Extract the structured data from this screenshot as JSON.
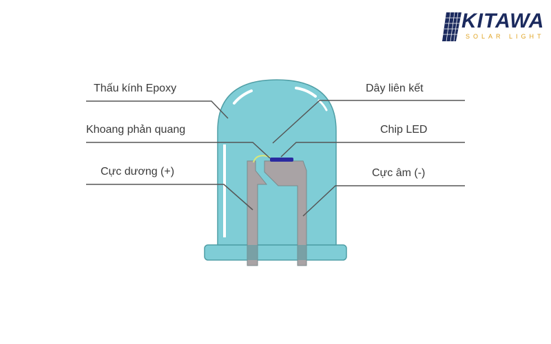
{
  "logo": {
    "brand": "KITAWA",
    "tagline": "SOLAR LIGHT",
    "brand_color": "#1b2a5e",
    "accent_color": "#e0a322"
  },
  "diagram": {
    "subject": "LED structure",
    "colors": {
      "lens": "#7fcdd6",
      "lens_outline": "#4f9ea5",
      "lead": "#a9a3a5",
      "chip": "#2a2aa0",
      "wire": "#d8e87a",
      "line": "#555555"
    },
    "labels": {
      "left": [
        {
          "id": "epoxy-lens",
          "text": "Thấu kính Epoxy"
        },
        {
          "id": "reflector-cavity",
          "text": "Khoang phản quang"
        },
        {
          "id": "anode",
          "text": "Cực dương (+)"
        }
      ],
      "right": [
        {
          "id": "bond-wire",
          "text": "Dây liên kết"
        },
        {
          "id": "led-chip",
          "text": "Chip LED"
        },
        {
          "id": "cathode",
          "text": "Cực âm (-)"
        }
      ]
    }
  }
}
